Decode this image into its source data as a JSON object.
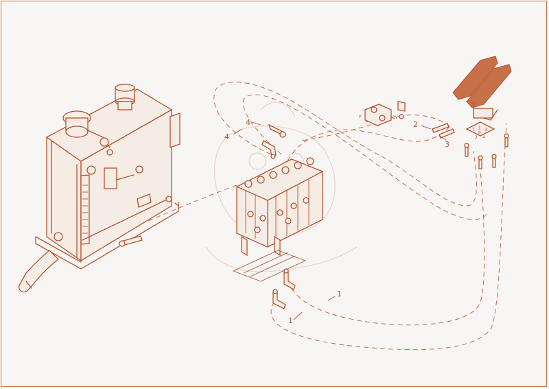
{
  "callouts": {
    "c1a": "1",
    "c1b": "1",
    "c2": "2",
    "c3": "3",
    "c4a": "4",
    "c4b": "4"
  },
  "valve_ports": {
    "p1": "P",
    "p2": "P",
    "bv": "BV"
  },
  "pedal_ports": {
    "t": "T",
    "p": "P",
    "n1": "1",
    "n2": "2",
    "n3": "3",
    "n4": "4"
  },
  "colors": {
    "line": "#b5532c",
    "pedal_fill": "#c8704a",
    "background": "#f8f6f4"
  }
}
